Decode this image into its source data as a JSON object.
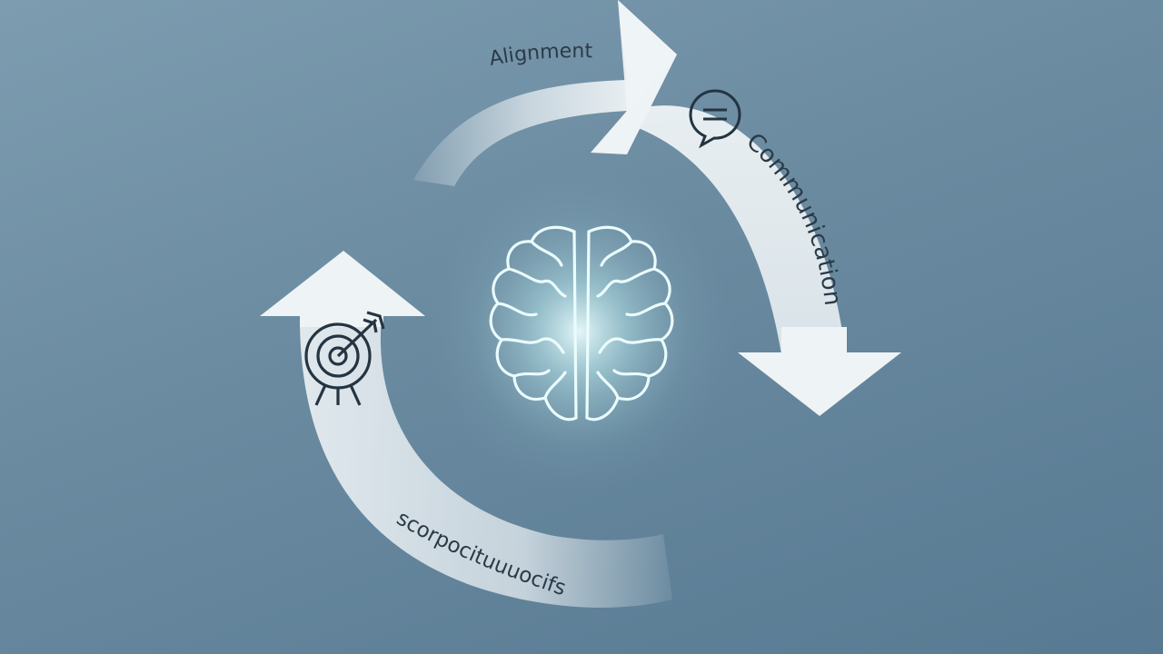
{
  "diagram": {
    "stages": [
      {
        "label": "Alignment",
        "icon": "none"
      },
      {
        "label": "Communication",
        "icon": "speech-bubble-icon"
      },
      {
        "label": "scorpocituuuocifs",
        "icon": "none"
      },
      {
        "label": "",
        "icon": "target-arrow-icon"
      }
    ],
    "center_icon": "brain-icon",
    "colors": {
      "background": "#6a8aa0",
      "arrow_fill": "#e6edf1",
      "line": "#2b3a48",
      "glow": "#d8f3f5"
    }
  }
}
